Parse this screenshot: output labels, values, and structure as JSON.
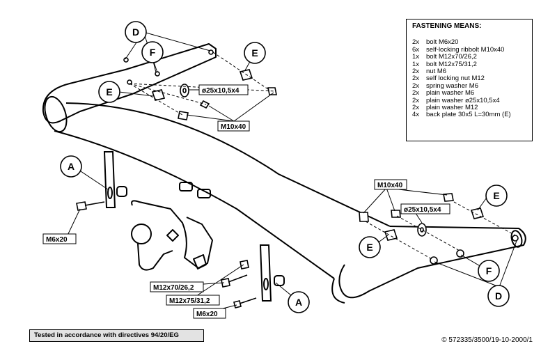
{
  "legend": {
    "title": "FASTENING MEANS:",
    "items": [
      {
        "qty": "2x",
        "desc": "bolt M6x20"
      },
      {
        "qty": "6x",
        "desc": "self-locking ribbolt M10x40"
      },
      {
        "qty": "1x",
        "desc": "bolt M12x70/26,2"
      },
      {
        "qty": "1x",
        "desc": "bolt M12x75/31,2"
      },
      {
        "qty": "2x",
        "desc": "nut M6"
      },
      {
        "qty": "2x",
        "desc": "self locking nut M12"
      },
      {
        "qty": "2x",
        "desc": "spring washer M6"
      },
      {
        "qty": "2x",
        "desc": "plain washer M6"
      },
      {
        "qty": "2x",
        "desc": "plain washer ø25x10,5x4"
      },
      {
        "qty": "2x",
        "desc": "plain washer M12"
      },
      {
        "qty": "4x",
        "desc": "back plate 30x5 L=30mm (E)"
      }
    ]
  },
  "callouts": {
    "d_top": "D",
    "f_top": "F",
    "e_top_right": "E",
    "e_top_left": "E",
    "a_left": "A",
    "e_right": "E",
    "e_right_lower": "E",
    "f_right": "F",
    "d_right": "D",
    "a_bottom": "A"
  },
  "labels": {
    "washer_top": "ø25x10,5x4",
    "bolt_top": "M10x40",
    "bolt_left": "M6x20",
    "bolt_right": "M10x40",
    "washer_right": "ø25x10,5x4",
    "bolt_m12_70": "M12x70/26,2",
    "bolt_m12_75": "M12x75/31,2",
    "bolt_bottom": "M6x20"
  },
  "certification": "Tested in accordance with directives 94/20/EG",
  "document_ref": "© 572335/3500/19-10-2000/1"
}
